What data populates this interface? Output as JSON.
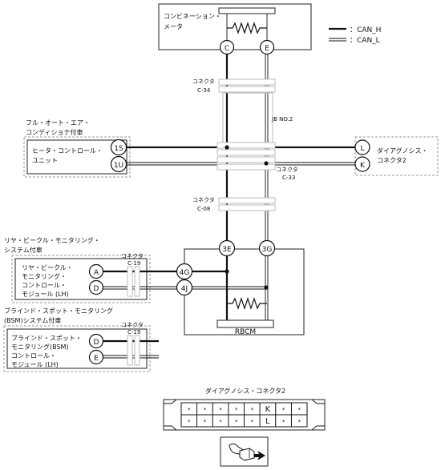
{
  "legend": {
    "can_h": "：CAN_H",
    "can_l": "：CAN_L"
  },
  "meter": {
    "line1": "コンビネーション・",
    "line2": "メータ"
  },
  "pins": {
    "C": "C",
    "E": "E",
    "1S": "1S",
    "1U": "1U",
    "L": "L",
    "K": "K",
    "3E": "3E",
    "3G": "3G",
    "4G": "4G",
    "4J": "4J",
    "A": "A",
    "D": "D",
    "D2": "D",
    "E2": "E"
  },
  "connectors": {
    "c34": {
      "title": "コネクタ",
      "code": "C-34"
    },
    "c33": {
      "title": "コネクタ",
      "code": "C-33"
    },
    "c08": {
      "title": "コネクタ",
      "code": "C-08"
    },
    "c19a": {
      "title": "コネクタ",
      "code": "C-19"
    },
    "c19b": {
      "title": "コネクタ",
      "code": "C-19"
    }
  },
  "jb": "JB NO.2",
  "ac_group": {
    "line1": "フル・オート・エア・",
    "line2": "コンディショナ付車"
  },
  "heater": {
    "line1": "ヒータ・コントロール・",
    "line2": "ユニット"
  },
  "diag": {
    "line1": "ダイアグノシス・",
    "line2": "コネクタ2"
  },
  "rear_group": {
    "line1": "リヤ・ビークル・モニタリング・",
    "line2": "システム付車"
  },
  "rear_module": {
    "line1": "リヤ・ビークル・",
    "line2": "モニタリング・",
    "line3": "コントロール・",
    "line4": "モジュール (LH)"
  },
  "rbcm": "RBCM",
  "bsm_group": {
    "line1": "ブラインド・スポット・モニタリング",
    "line2": "(BSM)システム付車"
  },
  "bsm_module": {
    "line1": "ブラインド・スポット・",
    "line2": "モニタリング(BSM)",
    "line3": "コントロール・",
    "line4": "モジュール (LH)"
  },
  "diag_conn": {
    "title": "ダイアグノシス・コネクタ2",
    "top_row": [
      "*",
      "*",
      "*",
      "*",
      "*",
      "K",
      "*",
      "*"
    ],
    "bottom_row": [
      "*",
      "*",
      "*",
      "*",
      "*",
      "L",
      "*",
      "*"
    ]
  }
}
